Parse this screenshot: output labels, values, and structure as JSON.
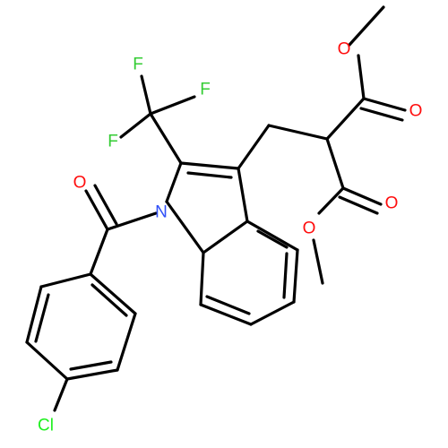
{
  "atoms": [
    {
      "id": "F1",
      "label": "F",
      "color": "#33cc33"
    },
    {
      "id": "F2",
      "label": "F",
      "color": "#33cc33"
    },
    {
      "id": "F3",
      "label": "F",
      "color": "#33cc33"
    },
    {
      "id": "O1",
      "label": "O",
      "color": "#ff0d0d"
    },
    {
      "id": "N1",
      "label": "N",
      "color": "#3050f8"
    },
    {
      "id": "O2",
      "label": "O",
      "color": "#ff0d0d"
    },
    {
      "id": "O3",
      "label": "O",
      "color": "#ff0d0d"
    },
    {
      "id": "O4",
      "label": "O",
      "color": "#ff0d0d"
    },
    {
      "id": "O5",
      "label": "O",
      "color": "#ff0d0d"
    },
    {
      "id": "Cl1",
      "label": "Cl",
      "color": "#1ff01f"
    }
  ]
}
